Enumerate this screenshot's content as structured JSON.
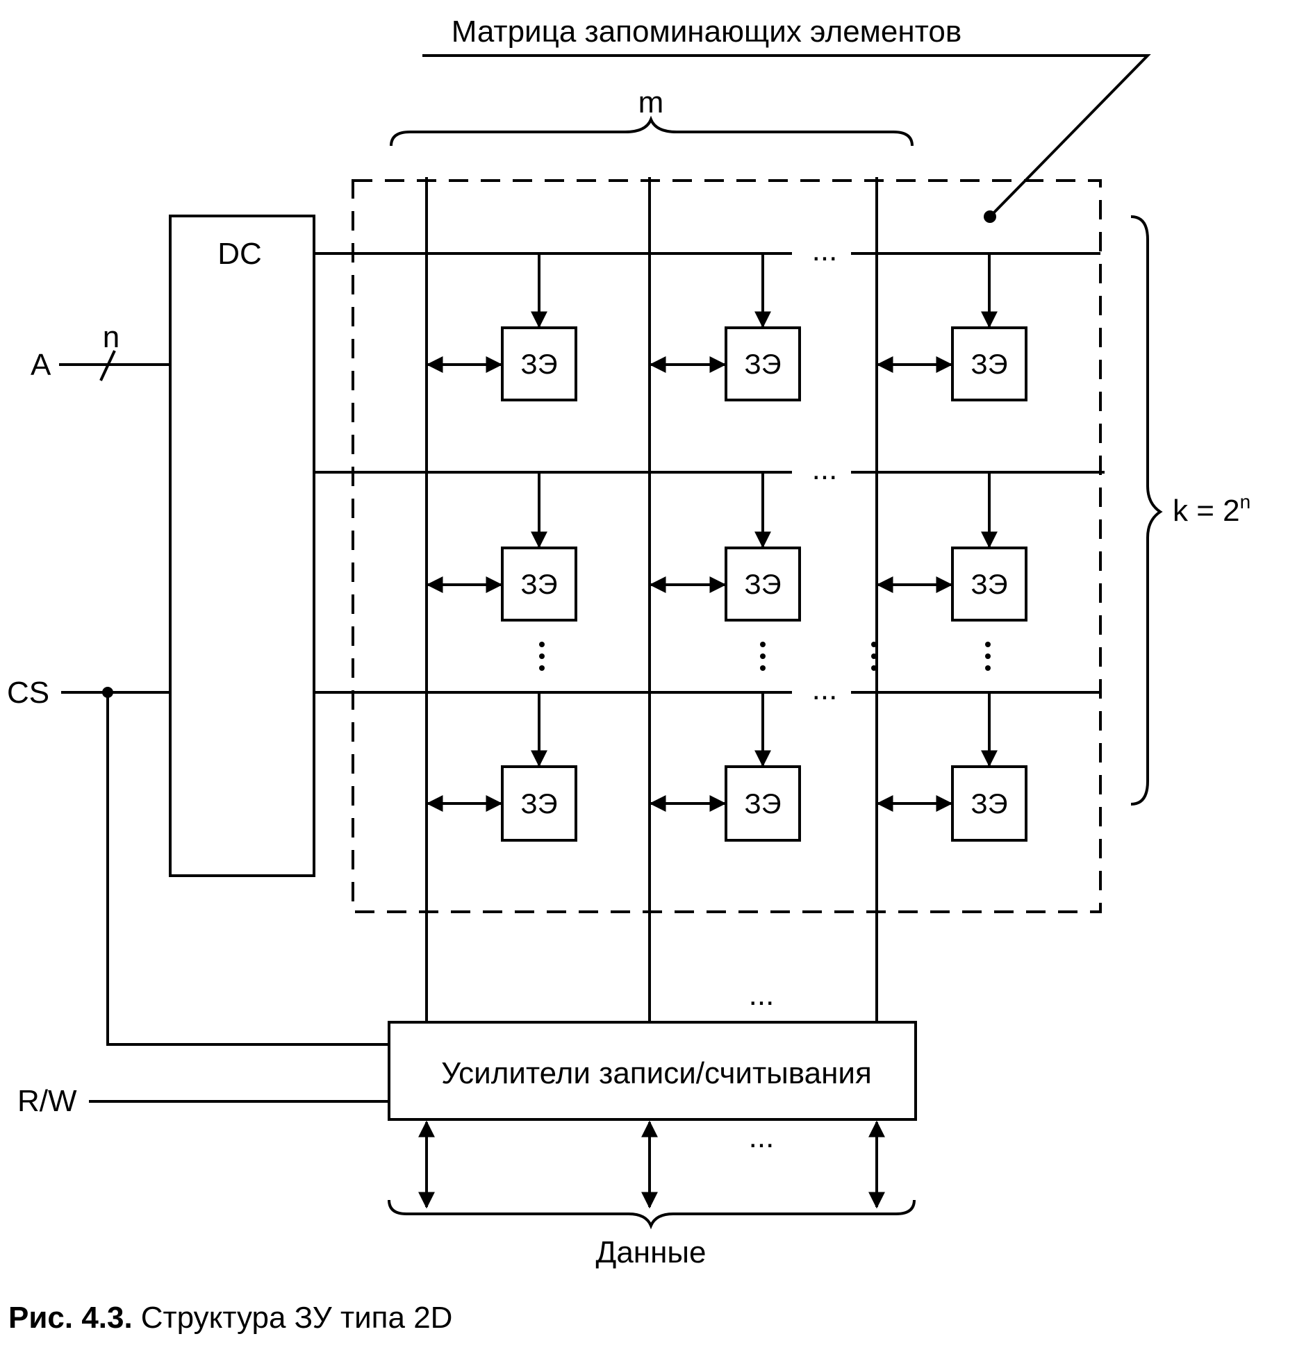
{
  "matrix_label": "Матрица запоминающих элементов",
  "m_label": "m",
  "k_label_base": "k = 2",
  "k_label_exp": "n",
  "decoder_label": "DC",
  "address_input": "A",
  "address_width": "n",
  "chip_select": "CS",
  "read_write": "R/W",
  "amplifiers_label": "Усилители записи/считывания",
  "data_label": "Данные",
  "cell_label": "ЗЭ",
  "ellipsis": "...",
  "caption_number": "Рис. 4.3.",
  "caption_text": "Структура ЗУ типа 2D"
}
